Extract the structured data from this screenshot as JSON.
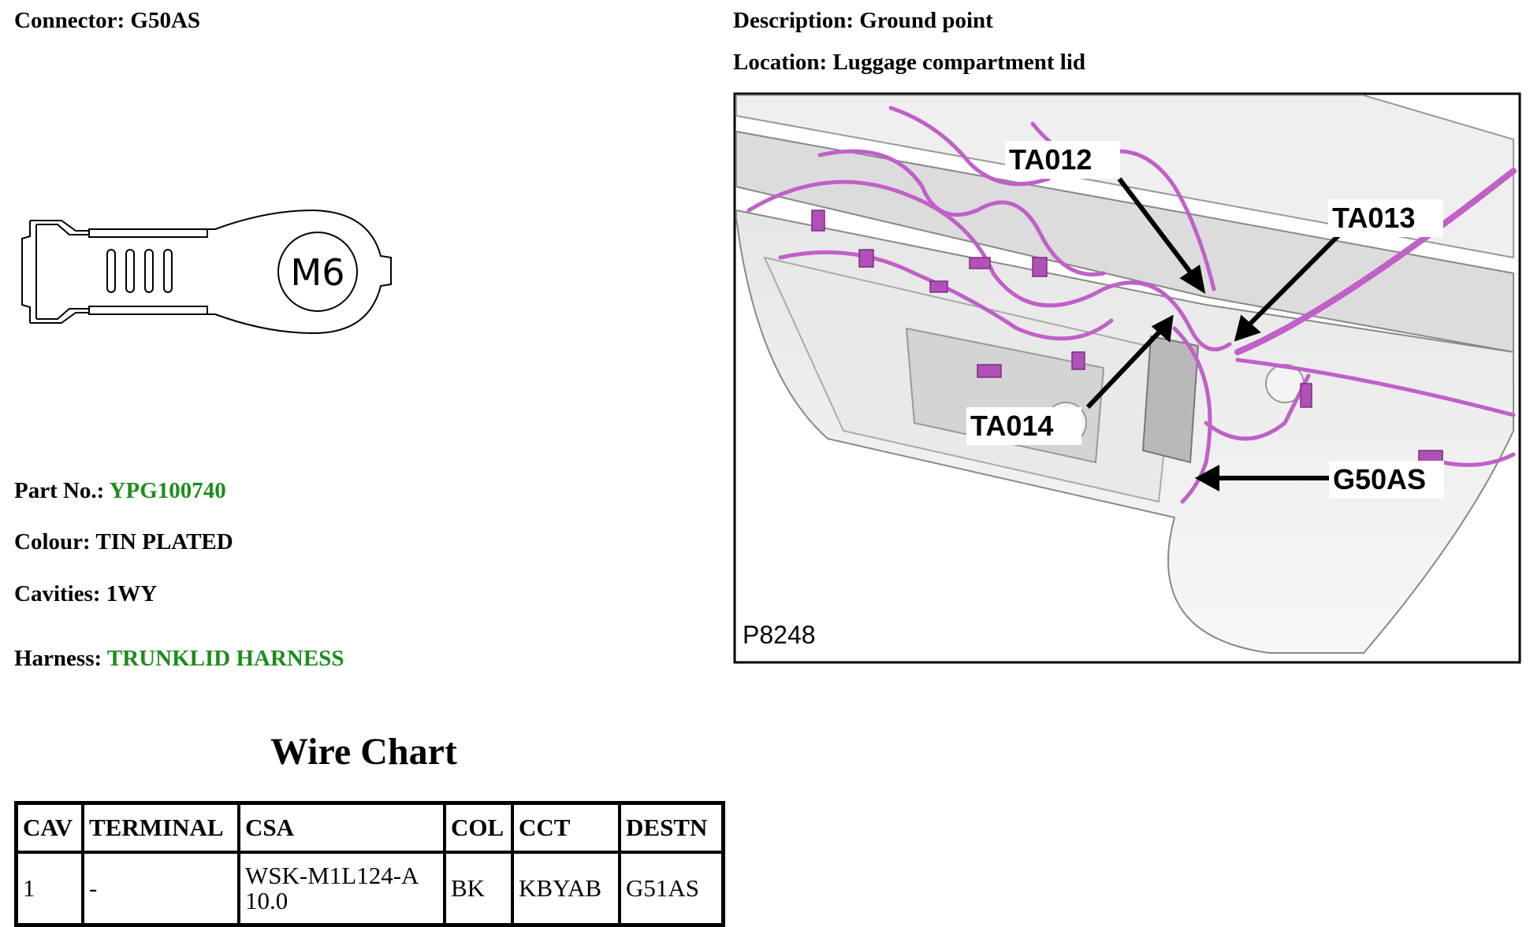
{
  "connector": {
    "label": "Connector:",
    "value": "G50AS"
  },
  "description": {
    "label": "Description:",
    "value": "Ground point"
  },
  "location": {
    "label": "Location:",
    "value": "Luggage compartment lid"
  },
  "connector_drawing": {
    "stud_label": "M6"
  },
  "photo": {
    "figure_id": "P8248",
    "callouts": [
      "TA012",
      "TA013",
      "TA014",
      "G50AS"
    ],
    "harness_color": "#c060c8"
  },
  "part_no": {
    "label": "Part No.:",
    "value": "YPG100740"
  },
  "colour": {
    "label": "Colour:",
    "value": "TIN PLATED"
  },
  "cavities": {
    "label": "Cavities:",
    "value": "1WY"
  },
  "harness": {
    "label": "Harness:",
    "value": "TRUNKLID HARNESS"
  },
  "link_color": "#1e8c1e",
  "wire_chart": {
    "title": "Wire Chart",
    "columns": [
      "CAV",
      "TERMINAL",
      "CSA",
      "COL",
      "CCT",
      "DESTN"
    ],
    "rows": [
      {
        "cav": "1",
        "terminal": "-",
        "csa_line1": "WSK-M1L124-A",
        "csa_line2": "10.0",
        "col": "BK",
        "cct": "KBYAB",
        "destn": "G51AS"
      }
    ]
  }
}
